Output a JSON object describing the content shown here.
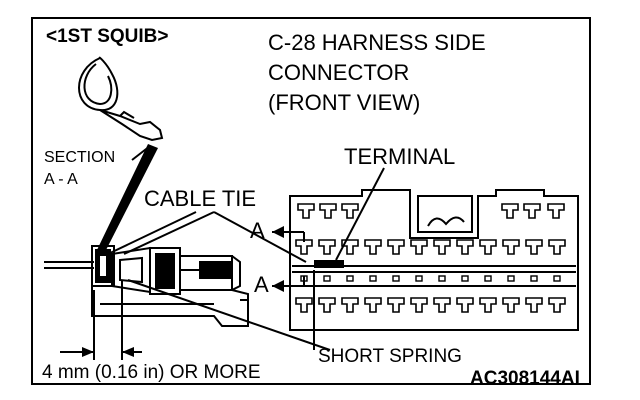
{
  "squib_label": "<1ST SQUIB>",
  "connector_title": {
    "line1": "C-28 HARNESS SIDE",
    "line2": "CONNECTOR",
    "line3": "(FRONT VIEW)"
  },
  "section_label": {
    "line1": "SECTION",
    "line2": "A - A"
  },
  "terminal_label": "TERMINAL",
  "cable_tie_label": "CABLE TIE",
  "section_marker_top": "A",
  "section_marker_bottom": "A",
  "short_spring_label": "SHORT SPRING",
  "dimension_label": "4 mm (0.16 in) OR MORE",
  "figure_code": "AC308144AI",
  "colors": {
    "ink": "#000000",
    "paper": "#ffffff"
  }
}
